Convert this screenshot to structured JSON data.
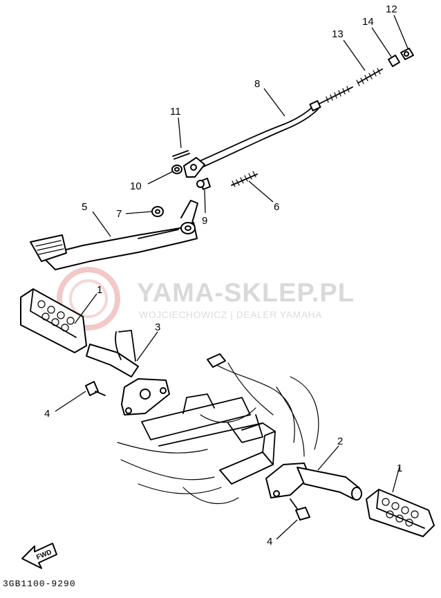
{
  "watermark": {
    "brand": "YAMA-SKLEP.PL",
    "dealer": "WOJCIECHOWICZ | DEALER YAMAHA"
  },
  "diagram_code": "3GB1100-9290",
  "fwd_label": "FWD",
  "callouts": {
    "c1_top": "1",
    "c1_bottom": "1",
    "c2": "2",
    "c3": "3",
    "c4_top": "4",
    "c4_bottom": "4",
    "c5": "5",
    "c6": "6",
    "c7": "7",
    "c8": "8",
    "c9": "9",
    "c10": "10",
    "c11": "11",
    "c12": "12",
    "c13": "13",
    "c14": "14"
  }
}
